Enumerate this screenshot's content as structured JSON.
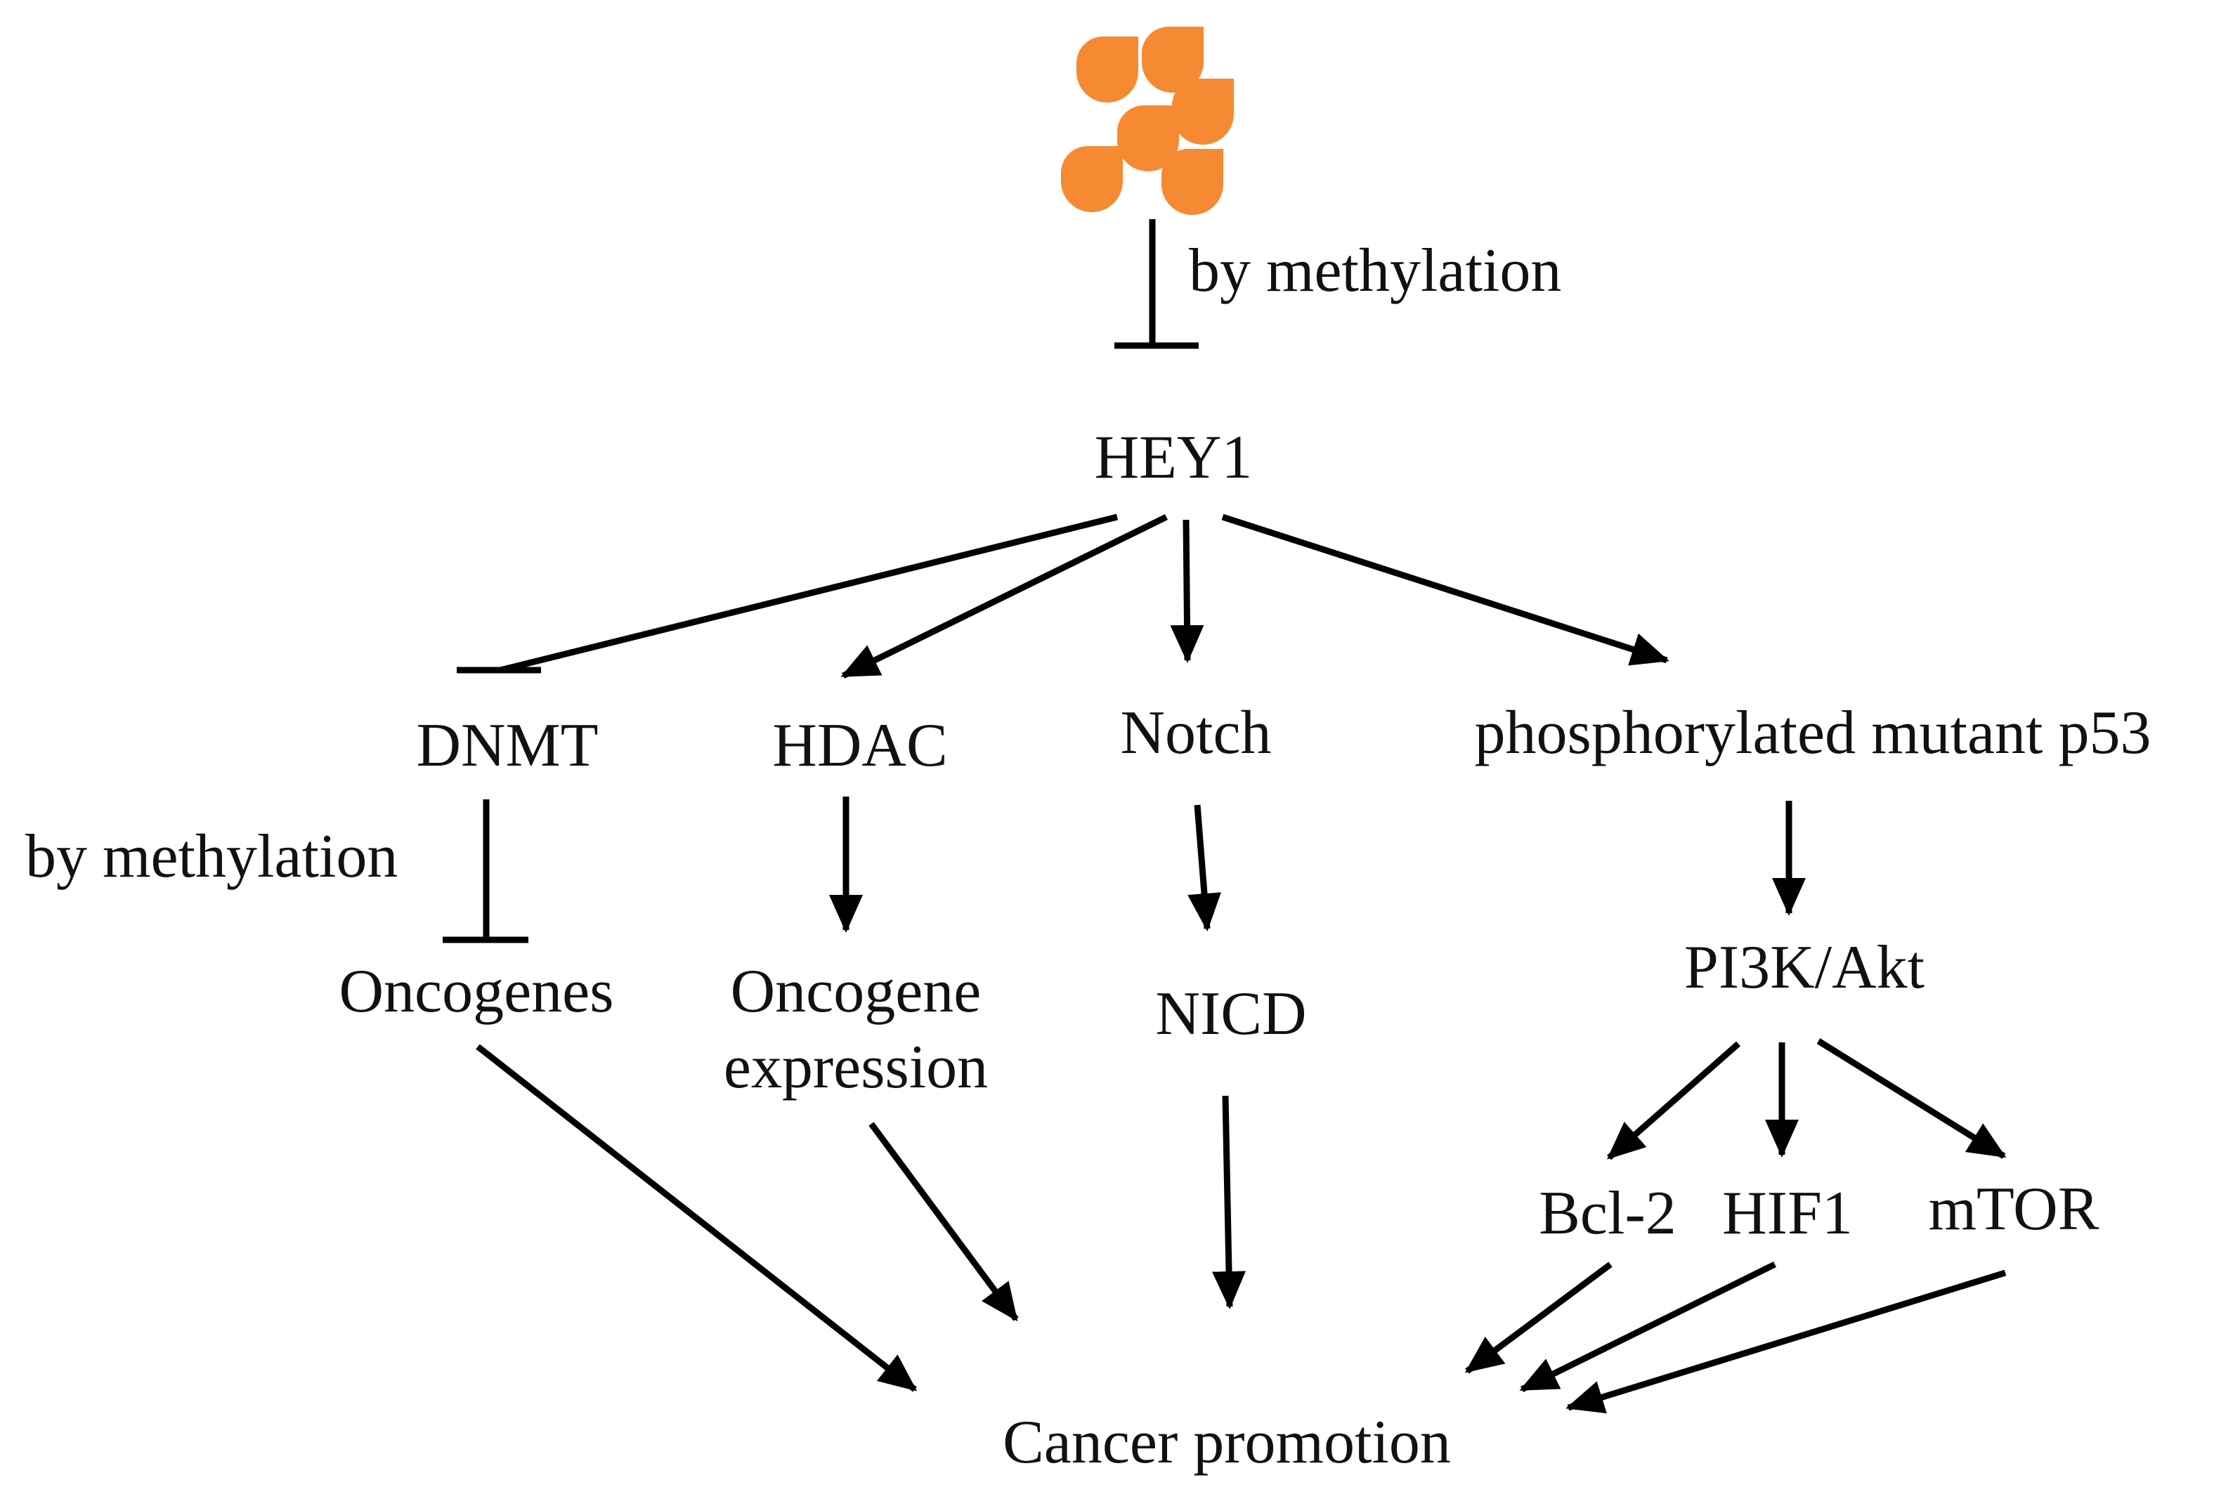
{
  "source": {
    "icon": "seeds-icon",
    "color": "#f58a33"
  },
  "nodes": {
    "hey1": "HEY1",
    "dnmt": "DNMT",
    "hdac": "HDAC",
    "notch": "Notch",
    "p53": "phosphorylated mutant p53",
    "oncogenes": "Oncogenes",
    "oncogene_expression_line1": "Oncogene",
    "oncogene_expression_line2": "expression",
    "nicd": "NICD",
    "pi3k": "PI3K/Akt",
    "bcl2": "Bcl-2",
    "hif1": "HIF1",
    "mtor": "mTOR",
    "cancer": "Cancer promotion"
  },
  "edge_labels": {
    "top_inhibition": "by methylation",
    "dnmt_inhibition": "by methylation"
  },
  "edges": [
    {
      "from": "source",
      "to": "HEY1",
      "type": "inhibit"
    },
    {
      "from": "HEY1",
      "to": "DNMT",
      "type": "inhibit"
    },
    {
      "from": "HEY1",
      "to": "HDAC",
      "type": "activate"
    },
    {
      "from": "HEY1",
      "to": "Notch",
      "type": "activate"
    },
    {
      "from": "HEY1",
      "to": "phosphorylated mutant p53",
      "type": "activate"
    },
    {
      "from": "DNMT",
      "to": "Oncogenes",
      "type": "inhibit"
    },
    {
      "from": "HDAC",
      "to": "Oncogene expression",
      "type": "activate"
    },
    {
      "from": "Notch",
      "to": "NICD",
      "type": "activate"
    },
    {
      "from": "phosphorylated mutant p53",
      "to": "PI3K/Akt",
      "type": "activate"
    },
    {
      "from": "PI3K/Akt",
      "to": "Bcl-2",
      "type": "activate"
    },
    {
      "from": "PI3K/Akt",
      "to": "HIF1",
      "type": "activate"
    },
    {
      "from": "PI3K/Akt",
      "to": "mTOR",
      "type": "activate"
    },
    {
      "from": "Oncogenes",
      "to": "Cancer promotion",
      "type": "activate"
    },
    {
      "from": "Oncogene expression",
      "to": "Cancer promotion",
      "type": "activate"
    },
    {
      "from": "NICD",
      "to": "Cancer promotion",
      "type": "activate"
    },
    {
      "from": "Bcl-2",
      "to": "Cancer promotion",
      "type": "activate"
    },
    {
      "from": "HIF1",
      "to": "Cancer promotion",
      "type": "activate"
    },
    {
      "from": "mTOR",
      "to": "Cancer promotion",
      "type": "activate"
    }
  ]
}
